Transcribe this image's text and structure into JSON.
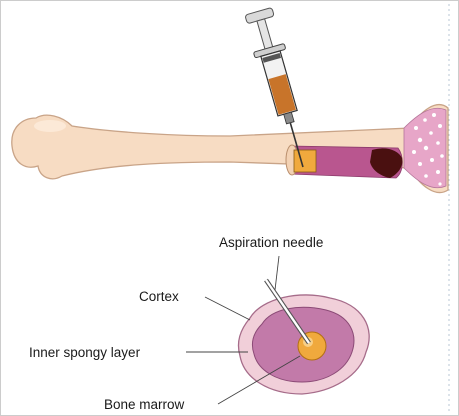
{
  "labels": {
    "aspiration_needle": "Aspiration needle",
    "cortex": "Cortex",
    "inner_spongy_layer": "Inner spongy layer",
    "bone_marrow": "Bone marrow"
  },
  "colors": {
    "bone": "#f7dcc3",
    "bone_outline": "#c9a488",
    "marrow_cavity": "#b9568f",
    "marrow_dark": "#4a1010",
    "spongy_bone": "#e7a6c8",
    "syringe_blood": "#c8742a",
    "cross_section_outer": "#f1cfd9",
    "cross_section_inner": "#c27aa9",
    "marrow_core": "#f0a93d"
  }
}
